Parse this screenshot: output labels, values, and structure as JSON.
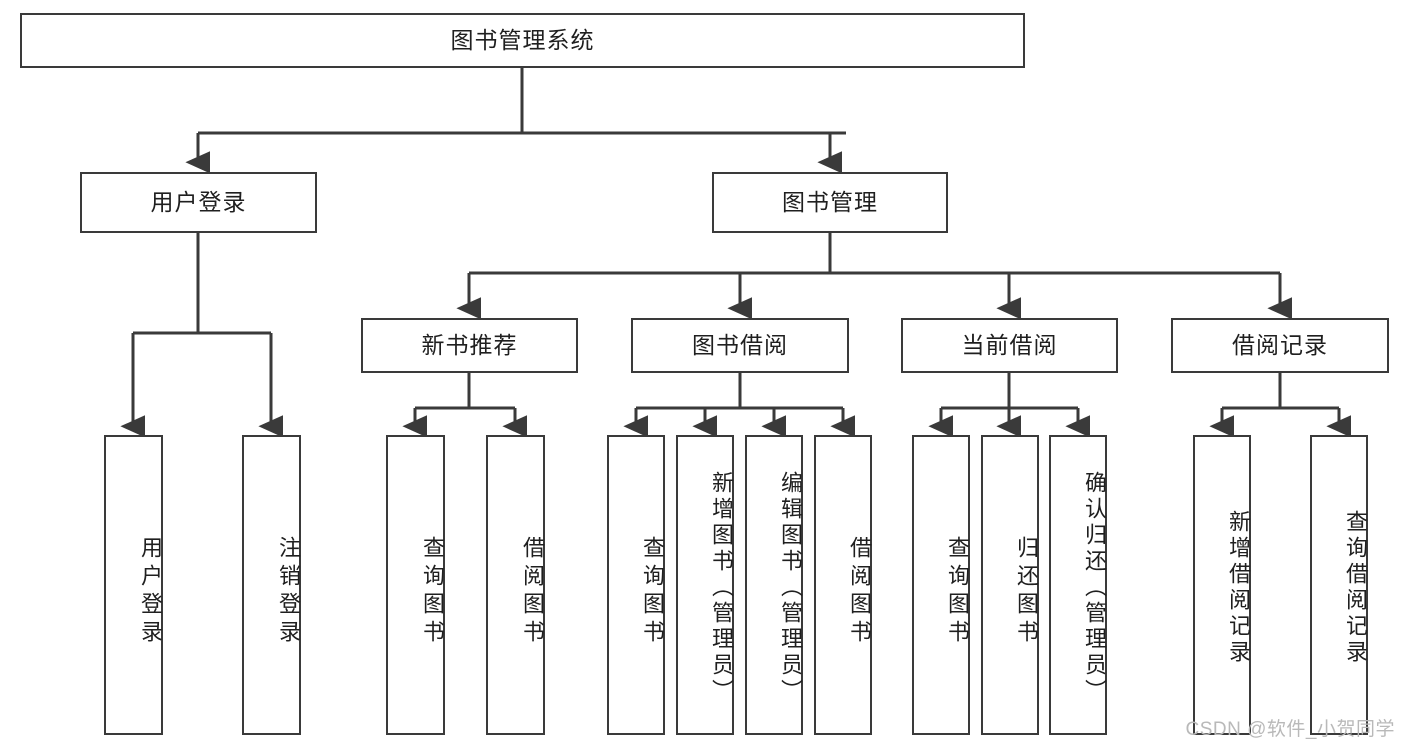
{
  "diagram": {
    "type": "tree-hierarchy",
    "title": "图书管理系统",
    "root": {
      "id": "root",
      "label": "图书管理系统"
    },
    "level2": [
      {
        "id": "user-login",
        "label": "用户登录"
      },
      {
        "id": "book-manage",
        "label": "图书管理"
      }
    ],
    "level3": [
      {
        "id": "new-book-recommend",
        "label": "新书推荐",
        "parent": "book-manage"
      },
      {
        "id": "book-borrow",
        "label": "图书借阅",
        "parent": "book-manage"
      },
      {
        "id": "current-borrow",
        "label": "当前借阅",
        "parent": "book-manage"
      },
      {
        "id": "borrow-record",
        "label": "借阅记录",
        "parent": "book-manage"
      }
    ],
    "leaves": [
      {
        "id": "leaf-user-login",
        "label": "用户登录",
        "parent": "user-login"
      },
      {
        "id": "leaf-logout",
        "label": "注销登录",
        "parent": "user-login"
      },
      {
        "id": "leaf-query-book-1",
        "label": "查询图书",
        "parent": "new-book-recommend"
      },
      {
        "id": "leaf-borrow-book-1",
        "label": "借阅图书",
        "parent": "new-book-recommend"
      },
      {
        "id": "leaf-query-book-2",
        "label": "查询图书",
        "parent": "book-borrow"
      },
      {
        "id": "leaf-add-book",
        "label": "新增图书（管理员）",
        "parent": "book-borrow"
      },
      {
        "id": "leaf-edit-book",
        "label": "编辑图书（管理员）",
        "parent": "book-borrow"
      },
      {
        "id": "leaf-borrow-book-2",
        "label": "借阅图书",
        "parent": "book-borrow"
      },
      {
        "id": "leaf-query-book-3",
        "label": "查询图书",
        "parent": "current-borrow"
      },
      {
        "id": "leaf-return-book",
        "label": "归还图书",
        "parent": "current-borrow"
      },
      {
        "id": "leaf-confirm-return",
        "label": "确认归还（管理员）",
        "parent": "current-borrow"
      },
      {
        "id": "leaf-add-record",
        "label": "新增借阅记录",
        "parent": "borrow-record"
      },
      {
        "id": "leaf-query-record",
        "label": "查询借阅记录",
        "parent": "borrow-record"
      }
    ],
    "colors": {
      "stroke": "#3a3a3a",
      "background": "#ffffff",
      "text": "#1f1f1f",
      "watermark": "#b9b9b9"
    }
  },
  "watermark": {
    "text": "CSDN @软件_小贺同学"
  }
}
